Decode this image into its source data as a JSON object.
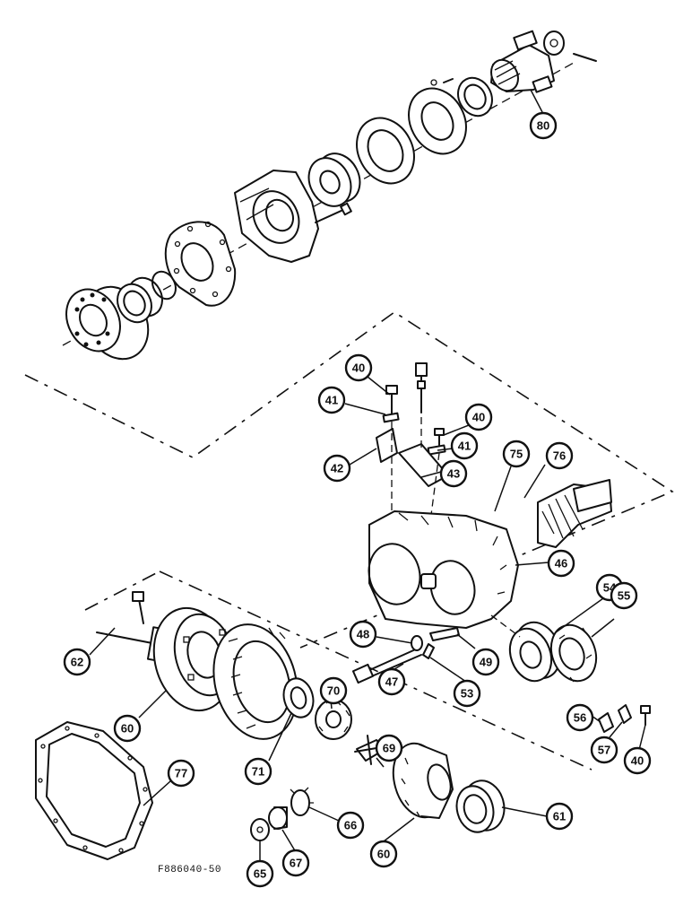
{
  "figure_code": "F886040-50",
  "callouts": [
    "80",
    "40",
    "41",
    "40",
    "42",
    "41",
    "43",
    "75",
    "76",
    "46",
    "54",
    "55",
    "48",
    "49",
    "47",
    "53",
    "56",
    "57",
    "40",
    "62",
    "60",
    "70",
    "69",
    "71",
    "77",
    "61",
    "60",
    "66",
    "67",
    "65"
  ]
}
